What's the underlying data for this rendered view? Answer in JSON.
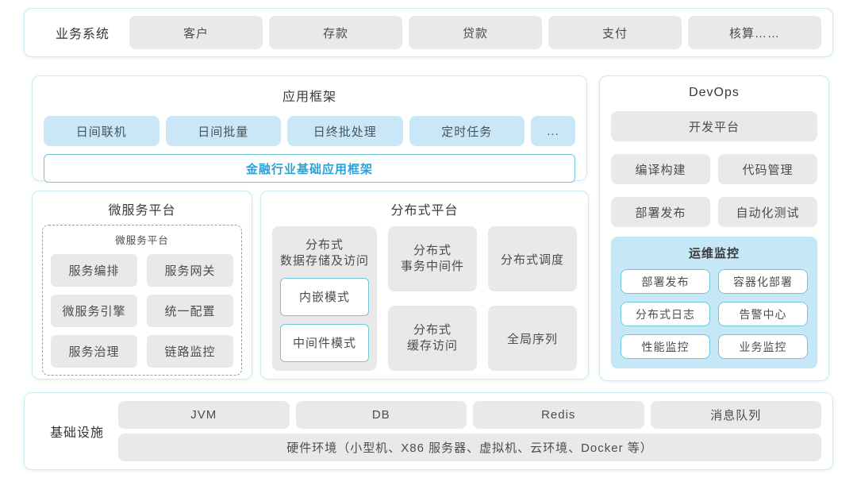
{
  "business": {
    "label": "业务系统",
    "items": [
      "客户",
      "存款",
      "贷款",
      "支付",
      "核算……"
    ]
  },
  "app_framework": {
    "title": "应用框架",
    "modules": [
      "日间联机",
      "日间批量",
      "日终批处理",
      "定时任务",
      "..."
    ],
    "base": "金融行业基础应用框架"
  },
  "devops": {
    "title": "DevOps",
    "platform": "开发平台",
    "tools": [
      "编译构建",
      "代码管理",
      "部署发布",
      "自动化测试"
    ],
    "monitor": {
      "title": "运维监控",
      "items": [
        "部署发布",
        "容器化部署",
        "分布式日志",
        "告警中心",
        "性能监控",
        "业务监控"
      ]
    }
  },
  "microservice": {
    "title": "微服务平台",
    "inner_title": "微服务平台",
    "items": [
      "服务编排",
      "服务网关",
      "微服务引擎",
      "统一配置",
      "服务治理",
      "链路监控"
    ]
  },
  "distributed": {
    "title": "分布式平台",
    "storage": {
      "title_line1": "分布式",
      "title_line2": "数据存储及访问",
      "modes": [
        "内嵌模式",
        "中间件模式"
      ]
    },
    "transaction": [
      "分布式",
      "事务中间件"
    ],
    "cache": [
      "分布式",
      "缓存访问"
    ],
    "scheduler": "分布式调度",
    "sequence": "全局序列"
  },
  "infrastructure": {
    "label": "基础设施",
    "items": [
      "JVM",
      "DB",
      "Redis",
      "消息队列"
    ],
    "hardware": "硬件环境（小型机、X86 服务器、虚拟机、云环境、Docker 等）"
  },
  "colors": {
    "section_border": "#cdeaf3",
    "gray_box": "#e9e9e9",
    "blue_box": "#c9e7f7",
    "monitor_bg": "#c6e7f6",
    "cyan_border": "#72c6dc",
    "accent_text": "#2aa2d8"
  }
}
